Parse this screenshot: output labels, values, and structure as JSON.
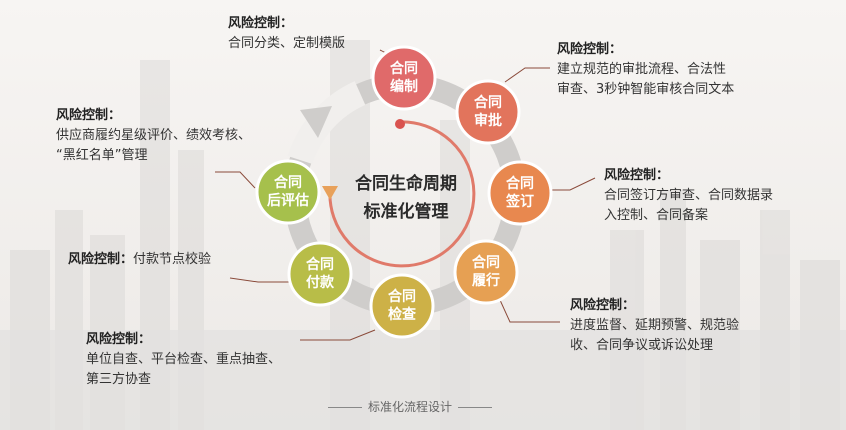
{
  "center": {
    "line1": "合同生命周期",
    "line2": "标准化管理"
  },
  "stages": [
    {
      "id": "bianzhi",
      "line1": "合同",
      "line2": "编制",
      "color": "#e06a6a"
    },
    {
      "id": "shenpi",
      "line1": "合同",
      "line2": "审批",
      "color": "#e2745c"
    },
    {
      "id": "qianding",
      "line1": "合同",
      "line2": "签订",
      "color": "#e8884f"
    },
    {
      "id": "lvxing",
      "line1": "合同",
      "line2": "履行",
      "color": "#e6a053"
    },
    {
      "id": "jiancha",
      "line1": "合同",
      "line2": "检查",
      "color": "#cdb147"
    },
    {
      "id": "fukuan",
      "line1": "合同",
      "line2": "付款",
      "color": "#b8bd48"
    },
    {
      "id": "houpinggu",
      "line1": "合同",
      "line2": "后评估",
      "color": "#a6c04c"
    }
  ],
  "risks": {
    "bianzhi": {
      "title": "风险控制：",
      "lines": [
        "合同分类、定制模版"
      ]
    },
    "shenpi": {
      "title": "风险控制：",
      "lines": [
        "建立规范的审批流程、合法性",
        "审查、3秒钟智能审核合同文本"
      ]
    },
    "qianding": {
      "title": "风险控制：",
      "lines": [
        "合同签订方审查、合同数据录",
        "入控制、合同备案"
      ]
    },
    "lvxing": {
      "title": "风险控制：",
      "lines": [
        "进度监督、延期预警、规范验",
        "收、合同争议或诉讼处理"
      ]
    },
    "jiancha": {
      "title": "风险控制：",
      "lines": [
        "单位自查、平台检查、重点抽查、",
        "第三方协查"
      ]
    },
    "fukuan": {
      "title": "风险控制：",
      "text": "付款节点校验"
    },
    "houpinggu": {
      "title": "风险控制：",
      "lines": [
        "供应商履约星级评价、绩效考核、",
        "“黑红名单”管理"
      ]
    }
  },
  "footer": "标准化流程设计"
}
